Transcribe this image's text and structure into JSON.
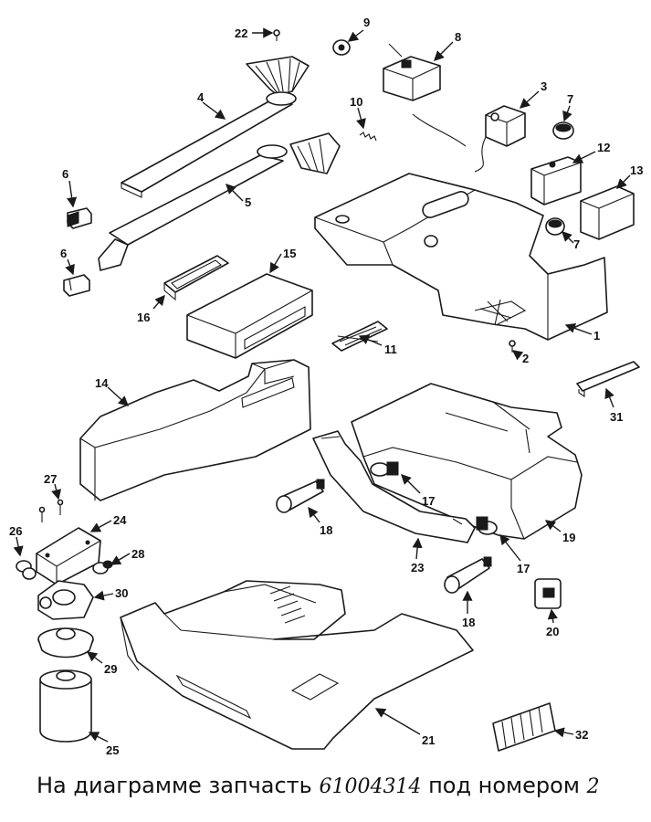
{
  "diagram": {
    "callouts": [
      "22",
      "9",
      "8",
      "3",
      "7",
      "4",
      "10",
      "12",
      "13",
      "6",
      "5",
      "7",
      "6",
      "15",
      "16",
      "11",
      "1",
      "2",
      "14",
      "31",
      "27",
      "24",
      "17",
      "26",
      "28",
      "18",
      "23",
      "19",
      "30",
      "17",
      "18",
      "20",
      "29",
      "21",
      "25",
      "32"
    ]
  },
  "caption": {
    "prefix": "На диаграмме запчасть",
    "part_number": "61004314",
    "middle": "под номером",
    "number": "2"
  }
}
